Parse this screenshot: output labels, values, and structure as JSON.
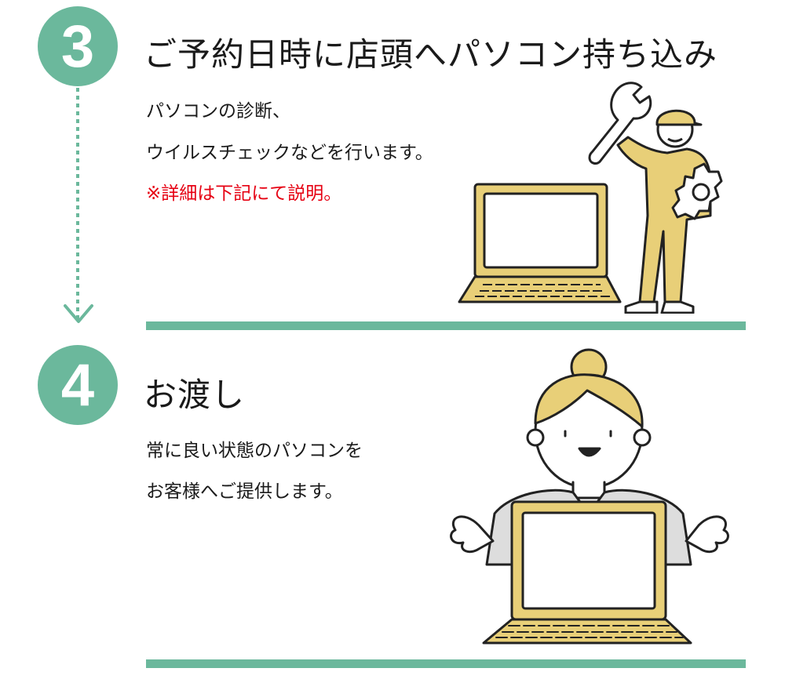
{
  "step3": {
    "number": "3",
    "title": "ご予約日時に店頭へパソコン持ち込み",
    "desc_line1": "パソコンの診断、",
    "desc_line2": "ウイルスチェックなどを行います。",
    "note": "※詳細は下記にて説明。"
  },
  "step4": {
    "number": "4",
    "title": "お渡し",
    "desc_line1": "常に良い状態のパソコンを",
    "desc_line2": "お客様へご提供します。"
  },
  "colors": {
    "accent_green": "#6bb89c",
    "note_red": "#e60012",
    "illustration_yellow": "#e8cf78",
    "outline": "#222222"
  },
  "icons": {
    "step3_connector": "dotted-arrow-down-icon",
    "step3_illustration": "technician-with-wrench-and-laptop",
    "step4_illustration": "woman-presenting-laptop"
  }
}
